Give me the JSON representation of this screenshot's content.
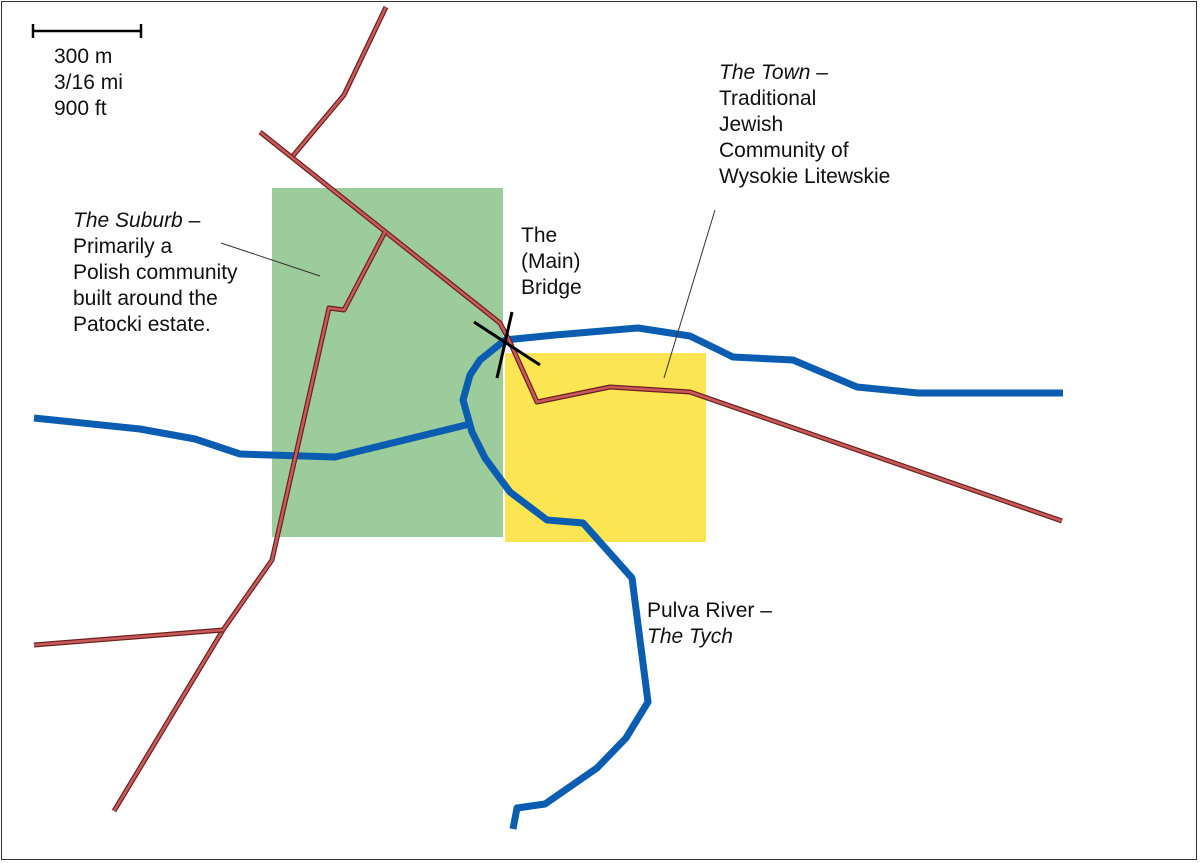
{
  "scale_bar": {
    "metric": "300 m",
    "imperial_mi": "3/16 mi",
    "imperial_ft": "900 ft"
  },
  "labels": {
    "suburb": {
      "name": "The Suburb",
      "dash": "–",
      "lines": [
        "Primarily a",
        "Polish community",
        "built around the",
        "Patocki estate."
      ]
    },
    "town": {
      "name": "The Town",
      "dash": "–",
      "lines": [
        "Traditional",
        "Jewish",
        "Community of",
        "Wysokie Litewskie"
      ]
    },
    "bridge": {
      "lines": [
        "The",
        "(Main)",
        "Bridge"
      ]
    },
    "river": {
      "line1": "Pulva River –",
      "name": "The Tych"
    }
  },
  "colors": {
    "suburb_area": "#9ccc9b",
    "town_area": "#fbe553",
    "river": "#0a5db0",
    "road_fill": "#c85a5a",
    "road_outline": "#6b1f1f",
    "text": "#111111"
  }
}
